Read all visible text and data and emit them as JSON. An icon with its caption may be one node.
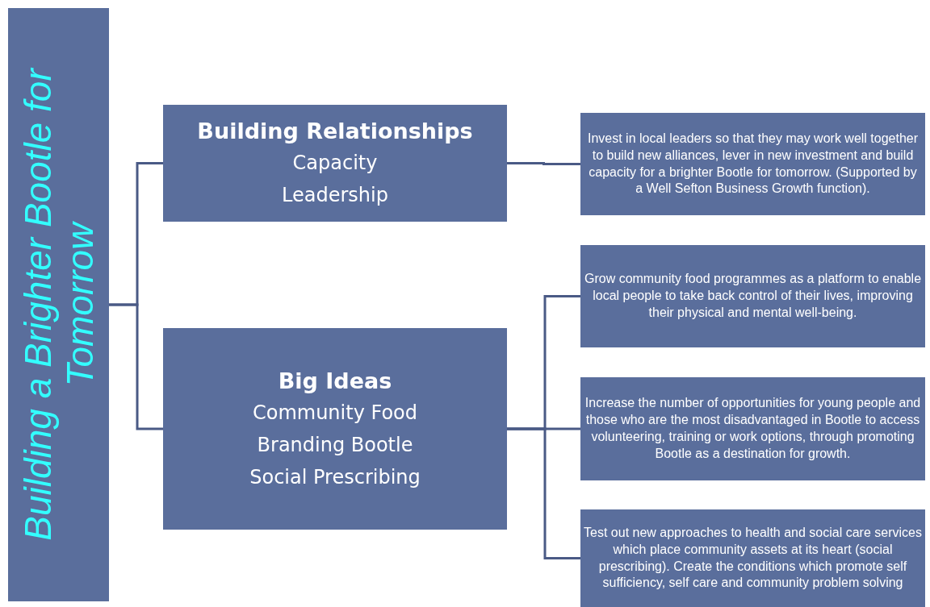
{
  "diagram": {
    "nodes": [
      {
        "text": [
          "Building a Brighter Bootle for Tomorrow"
        ]
      },
      {
        "text": [
          "Building Relationships",
          "Capacity",
          "Leadership"
        ]
      },
      {
        "text": [
          "Big Ideas",
          "Community Food",
          "Branding Bootle",
          "Social Prescribing"
        ]
      },
      {
        "text": [
          "Invest in local leaders so that they may work well together to build new alliances, lever in new investment and build capacity for a brighter Bootle for tomorrow. (Supported by a Well Sefton Business Growth function)."
        ]
      },
      {
        "text": [
          "Grow community food programmes as a platform to enable local people to take back control of their lives, improving their physical and mental well-being."
        ]
      },
      {
        "text": [
          "Increase the number of opportunities for young people and those who are the most disadvantaged in Bootle to access volunteering, training or work options, through promoting Bootle as a destination for growth."
        ]
      },
      {
        "text": [
          "Test out new approaches to health and social care services which place community assets at its heart (social prescribing). Create the conditions which promote self sufficiency, self care and community problem solving"
        ]
      }
    ],
    "edges": [
      {
        "from": 0,
        "to": 1,
        "arrow": "none"
      },
      {
        "from": 0,
        "to": 2,
        "arrow": "none"
      },
      {
        "from": 1,
        "to": 3,
        "arrow": "none"
      },
      {
        "from": 2,
        "to": 4,
        "arrow": "none"
      },
      {
        "from": 2,
        "to": 5,
        "arrow": "none"
      },
      {
        "from": 2,
        "to": 6,
        "arrow": "none"
      }
    ]
  }
}
